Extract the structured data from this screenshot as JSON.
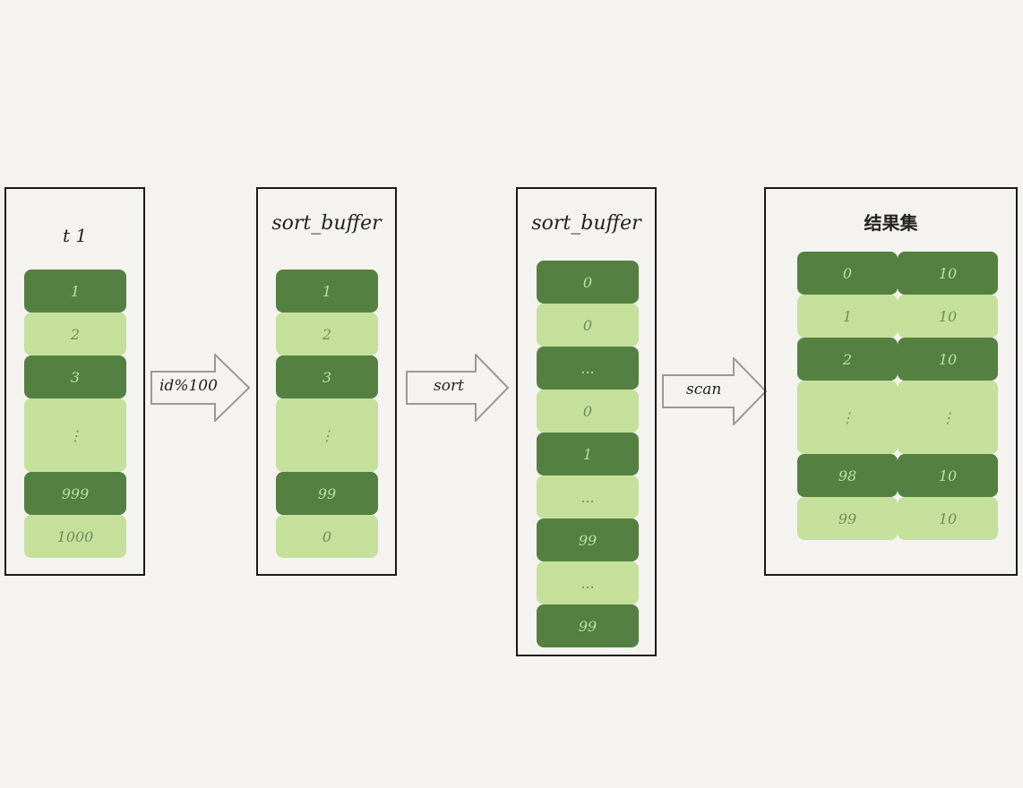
{
  "panels": {
    "t1": {
      "title": "t 1",
      "cells": [
        "1",
        "2",
        "3",
        "⋮",
        "999",
        "1000"
      ]
    },
    "sort_buffer_1": {
      "title": "sort_buffer",
      "cells": [
        "1",
        "2",
        "3",
        "⋮",
        "99",
        "0"
      ]
    },
    "sort_buffer_2": {
      "title": "sort_buffer",
      "cells": [
        "0",
        "0",
        "...",
        "0",
        "1",
        "...",
        "99",
        "...",
        "99"
      ]
    },
    "result": {
      "title": "结果集",
      "rows": [
        [
          "0",
          "10"
        ],
        [
          "1",
          "10"
        ],
        [
          "2",
          "10"
        ],
        [
          "⋮",
          "⋮"
        ],
        [
          "98",
          "10"
        ],
        [
          "99",
          "10"
        ]
      ]
    }
  },
  "arrows": {
    "a1": "id%100",
    "a2": "sort",
    "a3": "scan"
  },
  "colors": {
    "dark_cell": "#548141",
    "light_cell": "#c5e09b",
    "background": "#f4f3ef"
  }
}
